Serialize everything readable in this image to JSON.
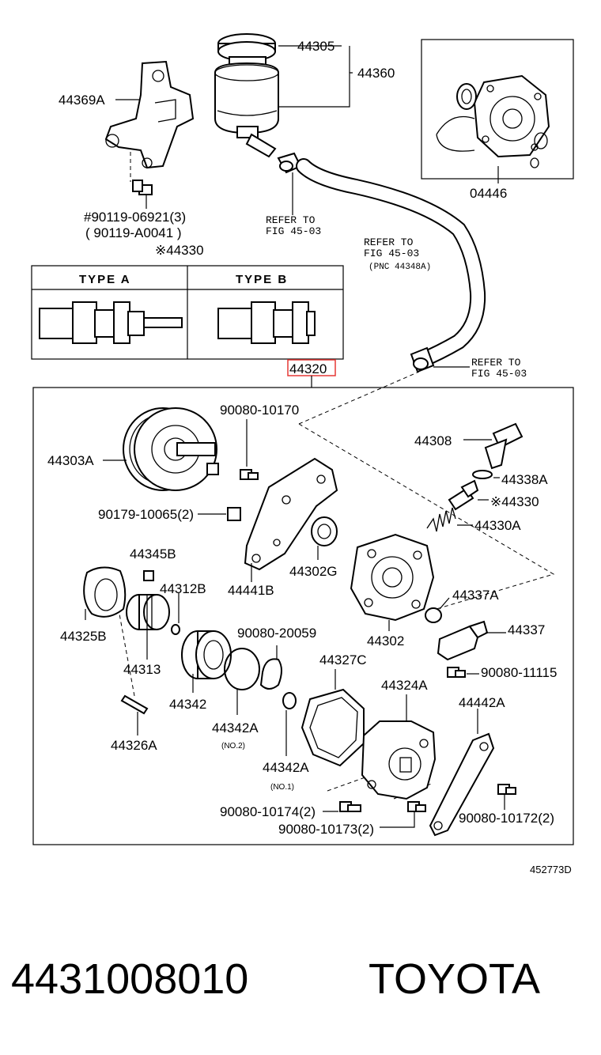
{
  "diagram_id": "452773D",
  "highlight_color": "#e53935",
  "footer": {
    "part_number": "4431008010",
    "brand": "TOYOTA"
  },
  "type_table": {
    "ref": "※44330",
    "type_a": "TYPE  A",
    "type_b": "TYPE  B"
  },
  "labels": {
    "p44305": "44305",
    "p44360": "44360",
    "p44369A": "44369A",
    "bolt1": "#90119-06921(3)",
    "bolt2": "( 90119-A0041   )",
    "refer1_a": "REFER TO",
    "refer1_b": "FIG 45-03",
    "refer2_a": "REFER TO",
    "refer2_b": "FIG 45-03",
    "refer2_c": "(PNC 44348A)",
    "refer3_a": "REFER TO",
    "refer3_b": "FIG 45-03",
    "p04446": "04446",
    "p44320": "44320",
    "b90080_10170": "90080-10170",
    "p44303A": "44303A",
    "b90179": "90179-10065(2)",
    "p44308": "44308",
    "p44338A": "44338A",
    "p44330": "※44330",
    "p44330A": "44330A",
    "p44345B": "44345B",
    "p44312B": "44312B",
    "p44302G": "44302G",
    "p44441B": "44441B",
    "p44325B": "44325B",
    "p44313": "44313",
    "p44337A": "44337A",
    "p44337": "44337",
    "p44302": "44302",
    "b90080_20059": "90080-20059",
    "b90080_11115": "90080-11115",
    "p44327C": "44327C",
    "p44324A": "44324A",
    "p44342": "44342",
    "p44342A_2": "44342A",
    "no2": "(NO.2)",
    "p44326A": "44326A",
    "p44442A": "44442A",
    "p44342A_1": "44342A",
    "no1": "(NO.1)",
    "b90080_10174": "90080-10174(2)",
    "b90080_10172": "90080-10172(2)",
    "b90080_10173": "90080-10173(2)"
  }
}
